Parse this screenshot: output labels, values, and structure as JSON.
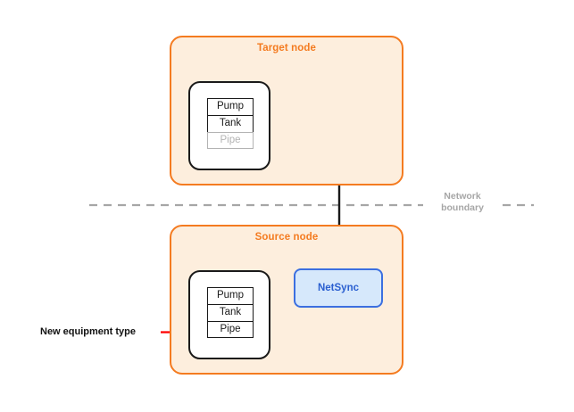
{
  "diagram": {
    "title_hidden": "",
    "colors": {
      "node_border": "#f47b20",
      "node_fill": "#fdeedd",
      "node_title": "#f47b20",
      "device_border": "#1a1a1a",
      "row_text": "#1a1a1a",
      "row_text_dimmed": "#b3b3b3",
      "netsync_border": "#3b6fe0",
      "netsync_fill": "#d6e8fb",
      "netsync_text": "#2a5fd0",
      "boundary": "#a6a6a6",
      "wire": "#1a1a1a",
      "annotation_arrow": "#ff0000",
      "background": "#ffffff"
    },
    "nodes": [
      {
        "id": "target",
        "title": "Target node",
        "equipment": [
          {
            "label": "Pump",
            "state": "active"
          },
          {
            "label": "Tank",
            "state": "active"
          },
          {
            "label": "Pipe",
            "state": "dimmed"
          }
        ]
      },
      {
        "id": "source",
        "title": "Source node",
        "equipment": [
          {
            "label": "Pump",
            "state": "active"
          },
          {
            "label": "Tank",
            "state": "active"
          },
          {
            "label": "Pipe",
            "state": "active"
          }
        ]
      }
    ],
    "netsync": {
      "label": "NetSync"
    },
    "boundary": {
      "line1": "Network",
      "line2": "boundary"
    },
    "annotation": {
      "label": "New equipment type"
    }
  }
}
